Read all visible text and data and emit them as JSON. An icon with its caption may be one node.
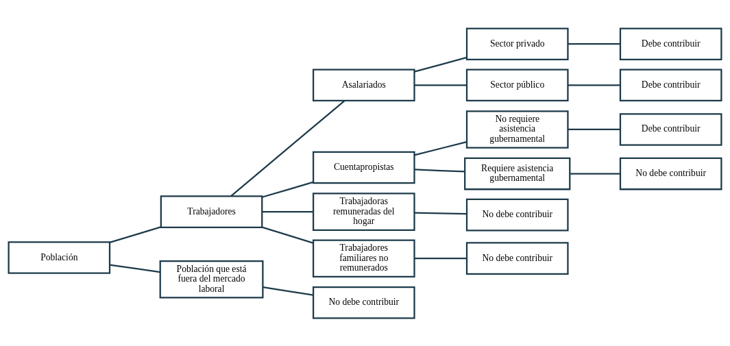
{
  "diagram": {
    "nodes": [
      {
        "text": [
          "Población"
        ]
      },
      {
        "text": [
          "Trabajadores"
        ]
      },
      {
        "text": [
          "Población que está fuera del mercado laboral"
        ]
      },
      {
        "text": [
          "Asalariados"
        ]
      },
      {
        "text": [
          "Cuentapropistas"
        ]
      },
      {
        "text": [
          "Trabajadoras remuneradas del hogar"
        ]
      },
      {
        "text": [
          "Trabajadores familiares no remunerados"
        ]
      },
      {
        "text": [
          "Sector privado"
        ]
      },
      {
        "text": [
          "Sector público"
        ]
      },
      {
        "text": [
          "No requiere asistencia gubernamental"
        ]
      },
      {
        "text": [
          "Requiere asistencia gubernamental"
        ]
      },
      {
        "text": [
          "Debe contribuir"
        ]
      },
      {
        "text": [
          "Debe contribuir"
        ]
      },
      {
        "text": [
          "Debe contribuir"
        ]
      },
      {
        "text": [
          "No debe contribuir"
        ]
      },
      {
        "text": [
          "No debe contribuir"
        ]
      },
      {
        "text": [
          "No debe contribuir"
        ]
      },
      {
        "text": [
          "No debe contribuir"
        ]
      }
    ],
    "edges": [
      {
        "from": 0,
        "to": 1,
        "arrow": "none"
      },
      {
        "from": 0,
        "to": 2,
        "arrow": "none"
      },
      {
        "from": 1,
        "to": 3,
        "arrow": "none"
      },
      {
        "from": 1,
        "to": 4,
        "arrow": "none"
      },
      {
        "from": 1,
        "to": 5,
        "arrow": "none"
      },
      {
        "from": 1,
        "to": 6,
        "arrow": "none"
      },
      {
        "from": 3,
        "to": 7,
        "arrow": "none"
      },
      {
        "from": 3,
        "to": 8,
        "arrow": "none"
      },
      {
        "from": 4,
        "to": 9,
        "arrow": "none"
      },
      {
        "from": 4,
        "to": 10,
        "arrow": "none"
      },
      {
        "from": 7,
        "to": 11,
        "arrow": "none"
      },
      {
        "from": 8,
        "to": 12,
        "arrow": "none"
      },
      {
        "from": 9,
        "to": 13,
        "arrow": "none"
      },
      {
        "from": 10,
        "to": 14,
        "arrow": "none"
      },
      {
        "from": 5,
        "to": 15,
        "arrow": "none"
      },
      {
        "from": 6,
        "to": 16,
        "arrow": "none"
      },
      {
        "from": 2,
        "to": 17,
        "arrow": "none"
      }
    ]
  }
}
